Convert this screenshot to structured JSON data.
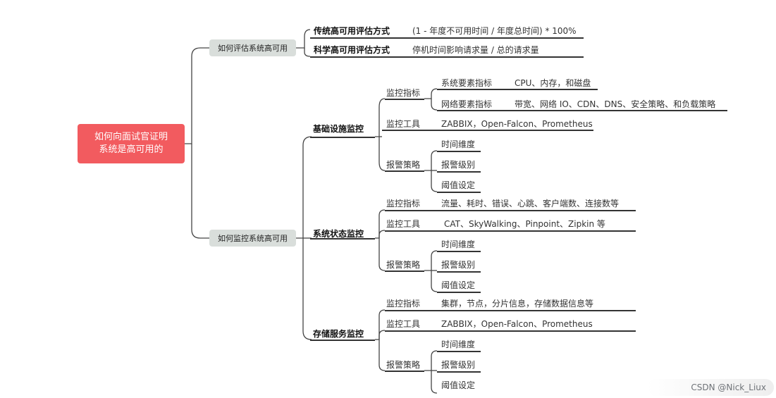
{
  "root": {
    "line1": "如何向面试官证明",
    "line2": "系统是高可用的"
  },
  "eval": {
    "label": "如何评估系统高可用",
    "traditional": {
      "label": "传统高可用评估方式",
      "value": "(1 - 年度不可用时间 / 年度总时间) * 100%"
    },
    "scientific": {
      "label": "科学高可用评估方式",
      "value": "停机时间影响请求量 / 总的请求量"
    }
  },
  "monitor": {
    "label": "如何监控系统高可用",
    "infra": {
      "label": "基础设施监控",
      "metrics_label": "监控指标",
      "sys_metrics_label": "系统要素指标",
      "sys_metrics_value": "CPU、内存，和磁盘",
      "net_metrics_label": "网络要素指标",
      "net_metrics_value": "带宽、网络 IO、CDN、DNS、安全策略、和负载策略",
      "tools_label": "监控工具",
      "tools_value": "ZABBIX，Open-Falcon、Prometheus",
      "alert_label": "报警策略",
      "alert_items": [
        "时间维度",
        "报警级别",
        "阈值设定"
      ]
    },
    "state": {
      "label": "系统状态监控",
      "metrics_label": "监控指标",
      "metrics_value": "流量、耗时、错误、心跳、客户端数、连接数等",
      "tools_label": "监控工具",
      "tools_value": "CAT、SkyWalking、Pinpoint、Zipkin 等",
      "alert_label": "报警策略",
      "alert_items": [
        "时间维度",
        "报警级别",
        "阈值设定"
      ]
    },
    "storage": {
      "label": "存储服务监控",
      "metrics_label": "监控指标",
      "metrics_value": "集群，节点，分片信息，存储数据信息等",
      "tools_label": "监控工具",
      "tools_value": "ZABBIX，Open-Falcon、Prometheus",
      "alert_label": "报警策略",
      "alert_items": [
        "时间维度",
        "报警级别",
        "阈值设定"
      ]
    }
  },
  "watermark": "CSDN @Nick_Liux"
}
